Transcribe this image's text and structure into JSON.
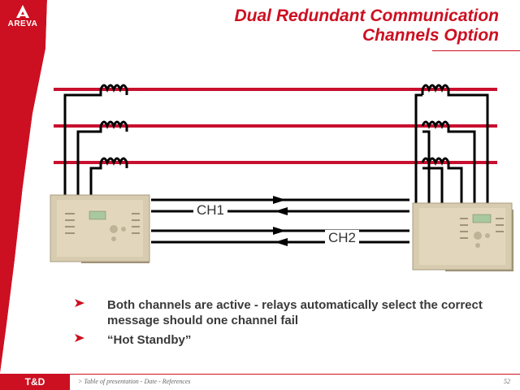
{
  "brand": {
    "logo_text": "AREVA",
    "footer_brand": "T&D"
  },
  "slide": {
    "title_line1": "Dual Redundant Communication",
    "title_line2": "Channels Option"
  },
  "diagram": {
    "channels": [
      {
        "label": "CH1"
      },
      {
        "label": "CH2"
      }
    ]
  },
  "bullets": [
    {
      "text": "Both channels are active - relays automatically select the correct message should one channel fail"
    },
    {
      "text": "“Hot Standby”"
    }
  ],
  "footer": {
    "reference": "> Table of presentation - Date - References",
    "page_number": "52"
  },
  "colors": {
    "accent": "#cc1021",
    "line": "#000000",
    "relay_body": "#d8ccb0"
  }
}
